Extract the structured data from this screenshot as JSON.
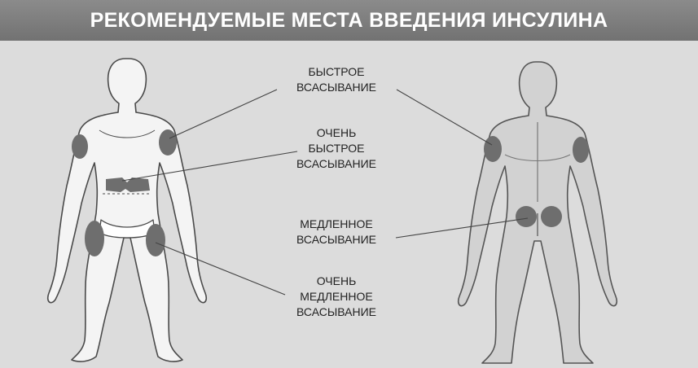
{
  "title": "РЕКОМЕНДУЕМЫЕ МЕСТА ВВЕДЕНИЯ ИНСУЛИНА",
  "labels": {
    "fast": [
      "БЫСТРОЕ",
      "ВСАСЫВАНИЕ"
    ],
    "very_fast": [
      "ОЧЕНЬ",
      "БЫСТРОЕ",
      "ВСАСЫВАНИЕ"
    ],
    "slow": [
      "МЕДЛЕННОЕ",
      "ВСАСЫВАНИЕ"
    ],
    "very_slow": [
      "ОЧЕНЬ",
      "МЕДЛЕННОЕ",
      "ВСАСЫВАНИЕ"
    ]
  },
  "colors": {
    "title_bg": "#7d7d7d",
    "background": "#dcdcdc",
    "body_fill": "#f4f4f4",
    "body_outline": "#4a4a4a",
    "injection_zone": "#6e6e6e",
    "leader_line": "#444444"
  }
}
